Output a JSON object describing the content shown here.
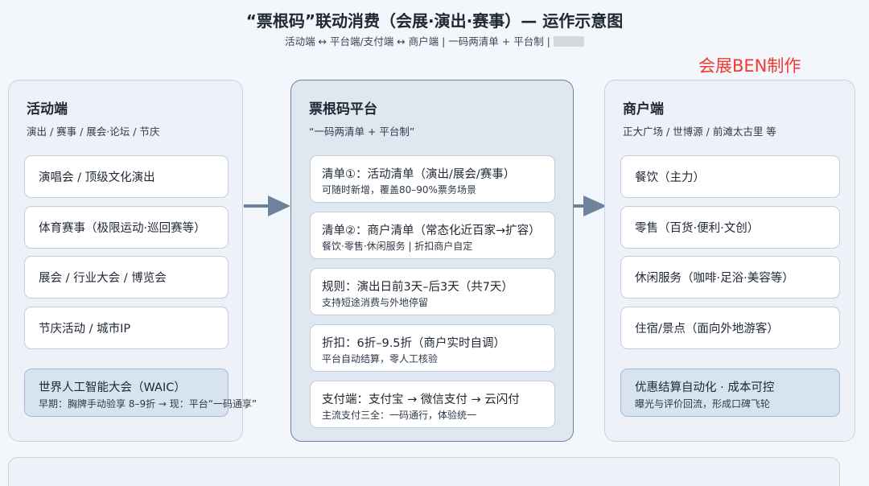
{
  "header": {
    "title": "“票根码”联动消费（会展·演出·赛事）— 运作示意图",
    "subtitle": "活动端 ↔ 平台端/支付端 ↔ 商户端 | 一码两清单 + 平台制 |"
  },
  "watermark": "会展BEN制作",
  "left": {
    "title": "活动端",
    "subtitle": "演出 / 赛事 / 展会·论坛 / 节庆",
    "items": [
      "演唱会 / 顶级文化演出",
      "体育赛事（极限运动·巡回赛等）",
      "展会 / 行业大会 / 博览会",
      "节庆活动 / 城市IP"
    ],
    "highlight": {
      "line1": "世界人工智能大会（WAIC）",
      "line2": "早期：胸牌手动验享 8–9折 → 现：平台“一码通享”"
    }
  },
  "middle": {
    "title": "票根码平台",
    "subtitle": "“一码两清单 + 平台制”",
    "items": [
      {
        "line1": "清单①：活动清单（演出/展会/赛事）",
        "line2": "可随时新增，覆盖80–90%票务场景"
      },
      {
        "line1": "清单②：商户清单（常态化近百家→扩容）",
        "line2": "餐饮·零售·休闲服务 | 折扣商户自定"
      },
      {
        "line1": "规则：演出日前3天–后3天（共7天）",
        "line2": "支持短途消费与外地停留"
      },
      {
        "line1": "折扣：6折–9.5折（商户实时自调）",
        "line2": "平台自动结算，零人工核验"
      },
      {
        "line1": "支付端：支付宝 → 微信支付 → 云闪付",
        "line2": "主流支付三全：一码通行，体验统一"
      }
    ]
  },
  "right": {
    "title": "商户端",
    "subtitle": "正大广场 / 世博源 / 前滩太古里 等",
    "items": [
      "餐饮（主力）",
      "零售（百货·便利·文创）",
      "休闲服务（咖啡·足浴·美容等）",
      "住宿/景点（面向外地游客）"
    ],
    "highlight": {
      "line1": "优惠结算自动化 · 成本可控",
      "line2": "曝光与评价回流，形成口碑飞轮"
    }
  },
  "colors": {
    "arrow": "#6e829b",
    "watermark": "#ee3a32",
    "panel_bg": "#eef2f8",
    "platform_bg": "#dfe7f1",
    "highlight_card": "#d8e3f2"
  }
}
